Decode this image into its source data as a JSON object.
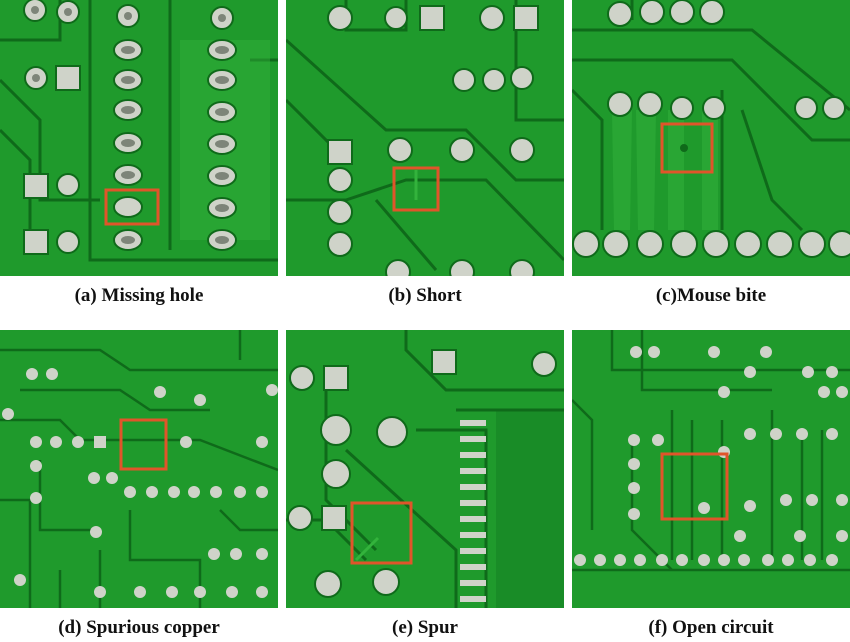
{
  "figure": {
    "panels": [
      {
        "caption": "(a) Missing hole",
        "defect": "missing-hole"
      },
      {
        "caption": "(b) Short",
        "defect": "short"
      },
      {
        "caption": "(c)Mouse bite",
        "defect": "mouse-bite"
      },
      {
        "caption": "(d) Spurious copper",
        "defect": "spurious-copper"
      },
      {
        "caption": "(e) Spur",
        "defect": "spur"
      },
      {
        "caption": "(f) Open circuit",
        "defect": "open-circuit"
      }
    ]
  },
  "colors": {
    "board": "#1f9a2c",
    "trace": "#33b33c",
    "gap": "#0f6a1a",
    "pad": "#cfd3c9",
    "hole": "#7d8579",
    "marker": "#e0552a"
  }
}
